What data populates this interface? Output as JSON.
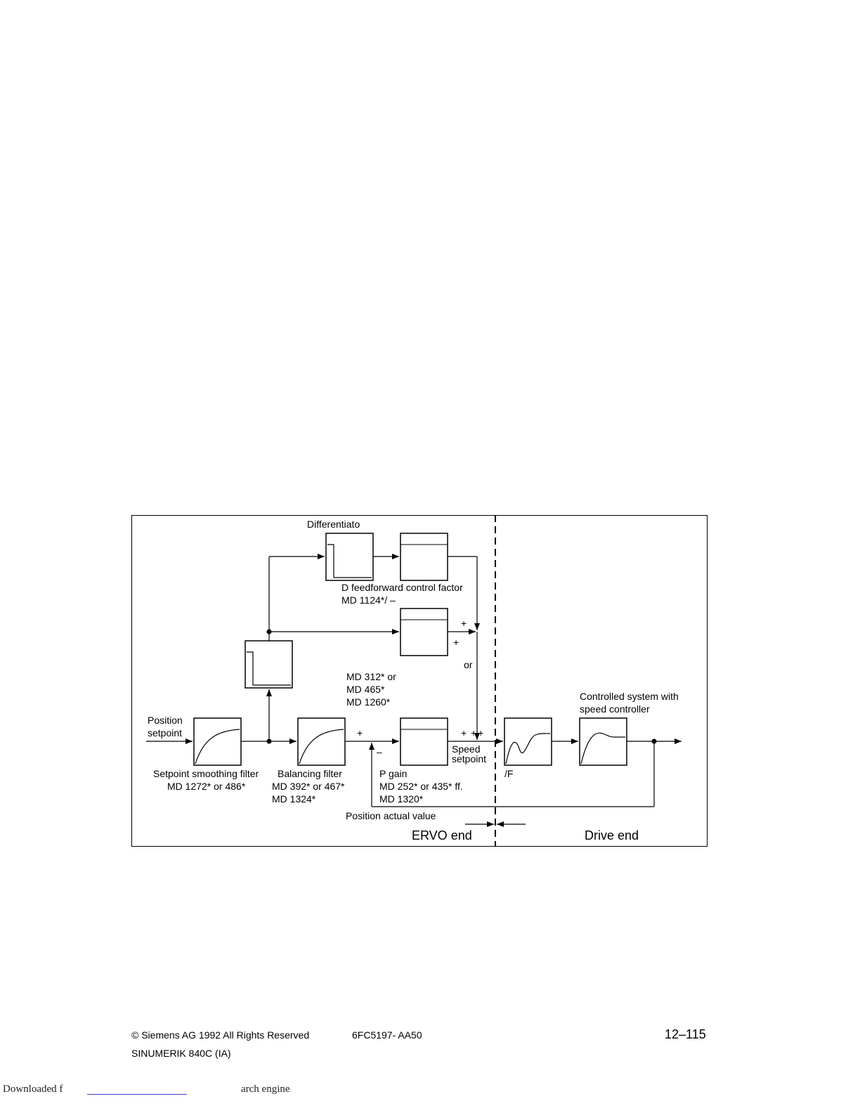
{
  "diagram": {
    "labels": {
      "differentiator": "Differentiato",
      "d_feedforward_1": "D feedforward control factor",
      "d_feedforward_2": "MD 1124*/ –",
      "plus_a": "+",
      "plus_b": "+",
      "or": "or",
      "md312_1": "MD 312* or",
      "md312_2": "MD 465*",
      "md312_3": "MD 1260*",
      "controlled_1": "Controlled system with",
      "controlled_2": "speed controller",
      "position_setpoint_1": "Position",
      "position_setpoint_2": "setpoint",
      "plus_sum": "+",
      "minus_sum": "–",
      "plus_c": "+",
      "plus_d": "+",
      "plus_e": "+",
      "speed_setpoint_1": "Speed",
      "speed_setpoint_2": "setpoint",
      "setpoint_filter_1": "Setpoint smoothing filter",
      "setpoint_filter_2": "MD 1272* or 486*",
      "balancing_1": "Balancing filter",
      "balancing_2": "MD 392* or 467*",
      "balancing_3": "MD 1324*",
      "pgain_1": "P gain",
      "pgain_2": "MD 252* or 435* ff.",
      "pgain_3": "MD 1320*",
      "slash_f": "/F",
      "position_actual": "Position actual value",
      "servo_end": "ERVO end",
      "drive_end": "Drive end"
    }
  },
  "footer": {
    "copyright": "© Siemens AG  1992  All Rights Reserved",
    "order_no": "6FC5197- AA50",
    "product": "SINUMERIK 840C (IA)",
    "page_number": "12–115"
  },
  "download_note": {
    "left": "Downloaded f",
    "right": "arch engine"
  }
}
